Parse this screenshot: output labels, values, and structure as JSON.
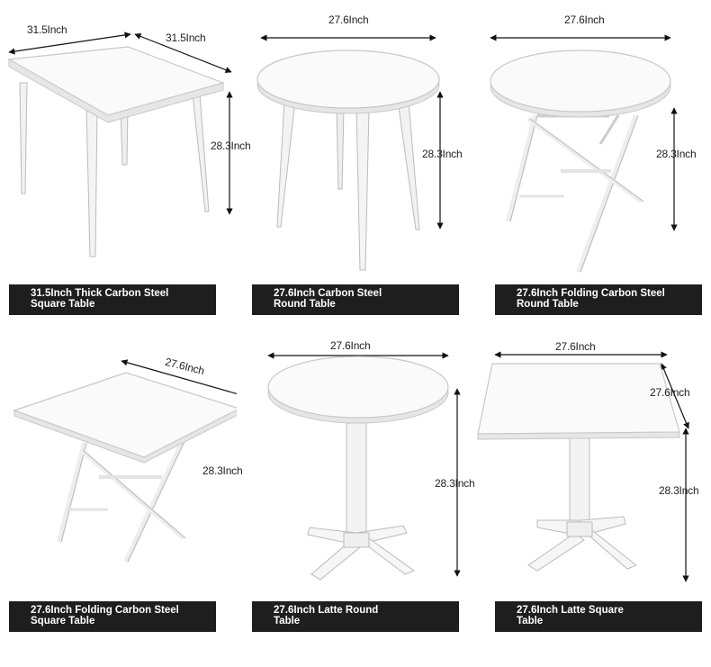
{
  "tables": [
    {
      "name": "31.5Inch Thick Carbon Steel Square Table",
      "caption_line1": "31.5Inch Thick Carbon Steel",
      "caption_line2": "Square Table",
      "dim_a": "31.5Inch",
      "dim_b": "31.5Inch",
      "dim_height": "28.3Inch"
    },
    {
      "name": "27.6Inch Carbon Steel Round Table",
      "caption_line1": "27.6Inch Carbon Steel",
      "caption_line2": "Round Table",
      "dim_a": "27.6Inch",
      "dim_height": "28.3Inch"
    },
    {
      "name": "27.6Inch Folding Carbon Steel Round Table",
      "caption_line1": "27.6Inch Folding Carbon Steel",
      "caption_line2": "Round Table",
      "dim_a": "27.6Inch",
      "dim_height": "28.3Inch"
    },
    {
      "name": "27.6Inch Folding Carbon Steel Square Table",
      "caption_line1": "27.6Inch Folding Carbon Steel",
      "caption_line2": "Square Table",
      "dim_a": "27.6Inch",
      "dim_height": "28.3Inch"
    },
    {
      "name": "27.6Inch Latte Round Table",
      "caption_line1": "27.6Inch Latte Round",
      "caption_line2": "Table",
      "dim_a": "27.6Inch",
      "dim_height": "28.3Inch"
    },
    {
      "name": "27.6Inch Latte Square Table",
      "caption_line1": "27.6Inch Latte Square",
      "caption_line2": "Table",
      "dim_a": "27.6Inch",
      "dim_b": "27.6Inch",
      "dim_height": "28.3Inch"
    }
  ],
  "colors": {
    "caption_bg": "#1e1e1e",
    "caption_text": "#ffffff",
    "table": "#f7f7f7",
    "outline": "#cfcfcf",
    "dimension_line": "#111111"
  }
}
